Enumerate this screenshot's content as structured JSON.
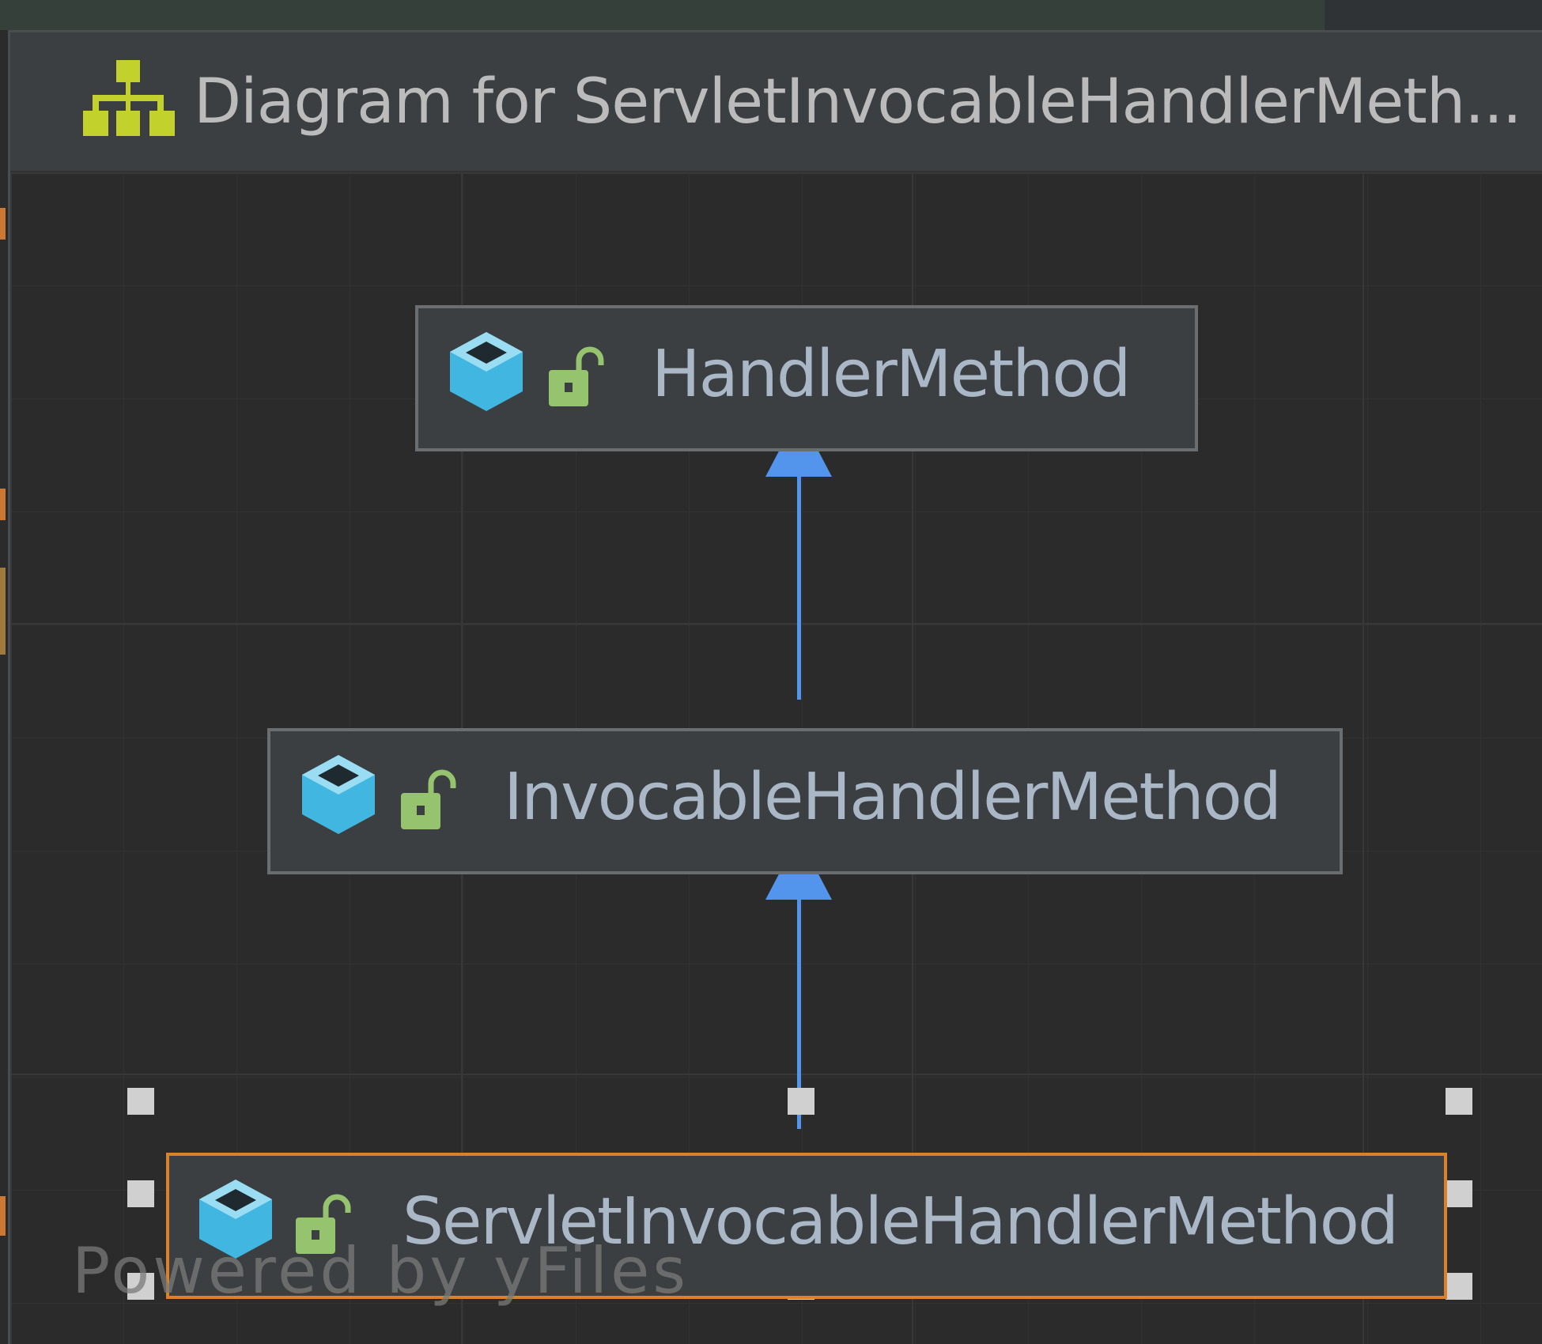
{
  "popup": {
    "title": "Diagram for ServletInvocableHandlerMeth...",
    "header_icon": "hierarchy-diagram-icon"
  },
  "diagram": {
    "nodes": [
      {
        "label": "HandlerMethod",
        "type_icon": "class-icon",
        "visibility_icon": "public-lock-icon",
        "selected": false
      },
      {
        "label": "InvocableHandlerMethod",
        "type_icon": "class-icon",
        "visibility_icon": "public-lock-icon",
        "selected": false
      },
      {
        "label": "ServletInvocableHandlerMethod",
        "type_icon": "class-icon",
        "visibility_icon": "public-lock-icon",
        "selected": true
      }
    ],
    "edges": [
      {
        "from": "InvocableHandlerMethod",
        "to": "HandlerMethod",
        "relation": "extends"
      },
      {
        "from": "ServletInvocableHandlerMethod",
        "to": "InvocableHandlerMethod",
        "relation": "extends"
      }
    ]
  },
  "watermark": "Powered by yFiles",
  "colors": {
    "header_icon": "#c3d12c",
    "class_icon": "#40b6e0",
    "lock_icon": "#96c36e",
    "edge": "#5394ec",
    "selection_border": "#d9822b",
    "node_text": "#a9b7c6"
  }
}
